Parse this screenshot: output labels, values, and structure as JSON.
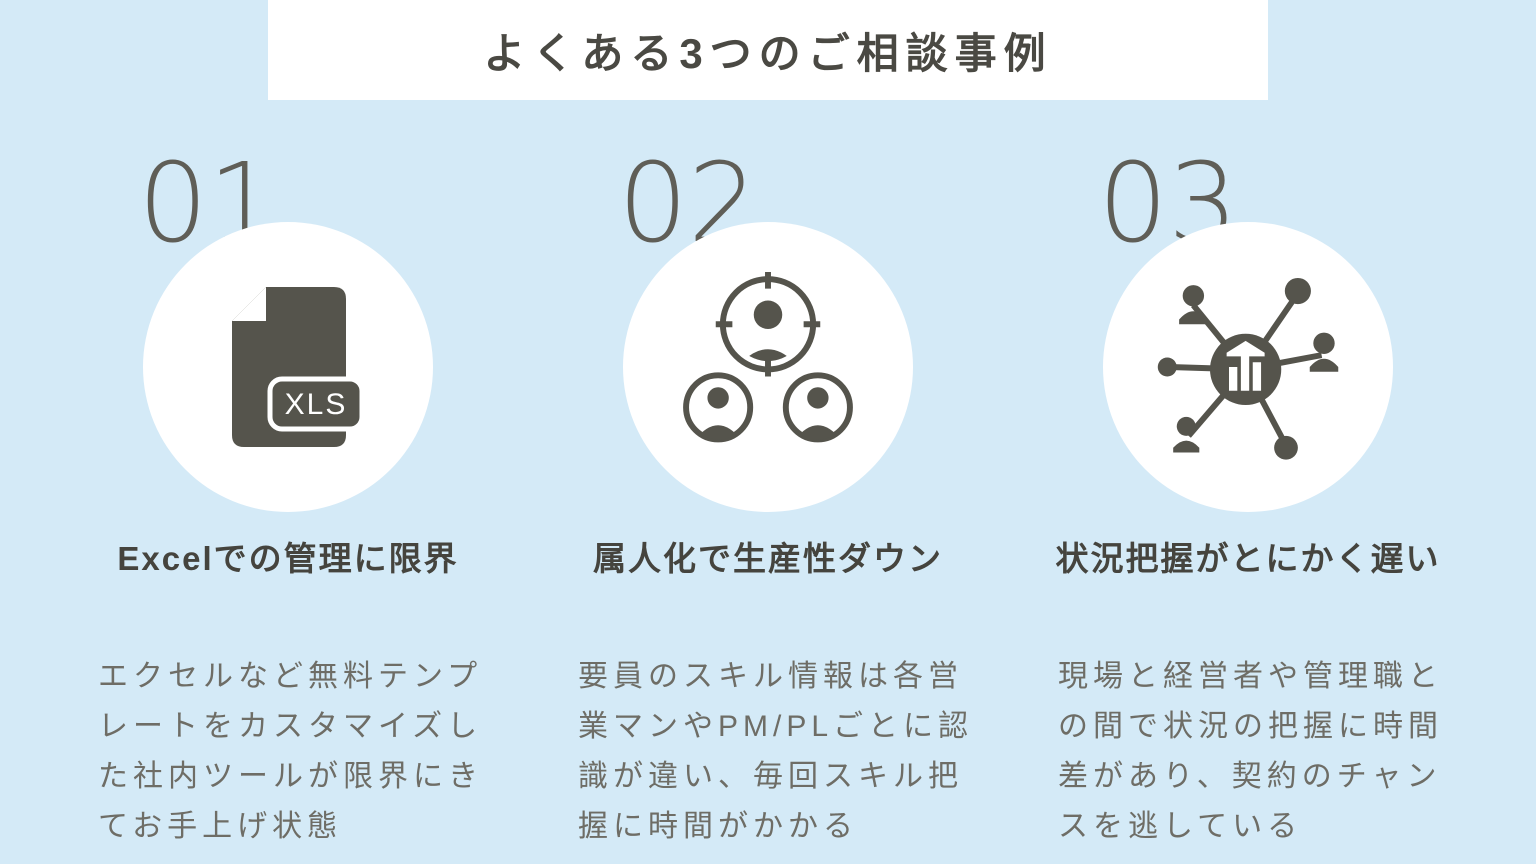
{
  "page": {
    "background_color": "#d4eaf7",
    "panel_color": "#ffffff",
    "accent_dark": "#55544c"
  },
  "header": {
    "title": "よくある3つのご相談事例"
  },
  "cards": [
    {
      "number": "01",
      "icon": "xls-file-icon",
      "icon_label": "XLS",
      "heading": "Excelでの管理に限界",
      "body": "エクセルなど無料テンプレートをカスタマイズした社内ツールが限界にきてお手上げ状態"
    },
    {
      "number": "02",
      "icon": "people-group-target-icon",
      "heading": "属人化で生産性ダウン",
      "body": "要員のスキル情報は各営業マンやPM/PLごとに認識が違い、毎回スキル把握に時間がかかる"
    },
    {
      "number": "03",
      "icon": "network-people-icon",
      "heading": "状況把握がとにかく遅い",
      "body": "現場と経営者や管理職との間で状況の把握に時間差があり、契約のチャンスを逃している"
    }
  ]
}
